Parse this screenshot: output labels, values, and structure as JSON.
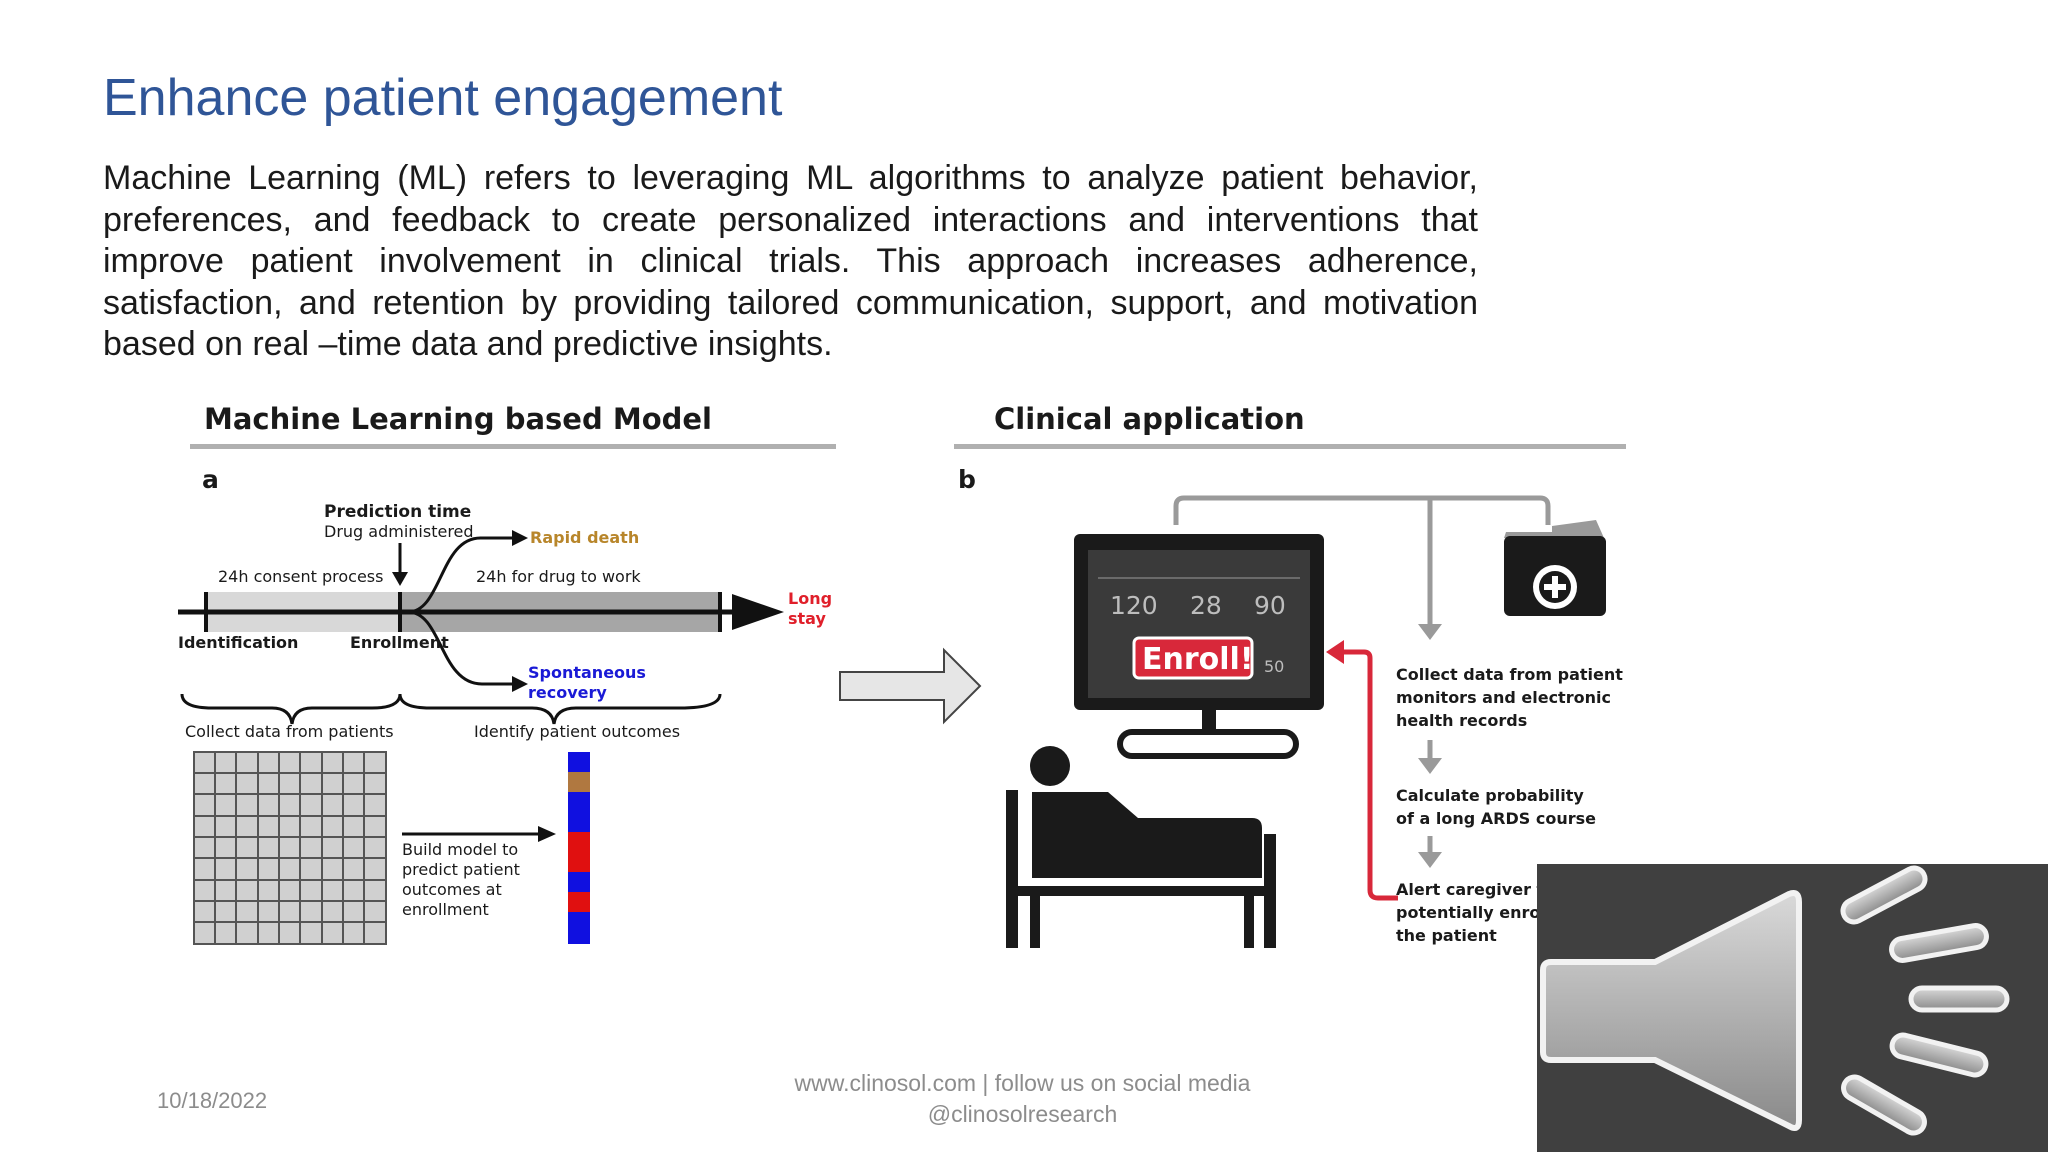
{
  "slide": {
    "title": "Enhance patient engagement",
    "body": "Machine Learning (ML) refers to leveraging ML algorithms to analyze patient behavior, preferences, and feedback to create personalized interactions and interventions that improve patient involvement in clinical trials. This approach increases adherence, satisfaction, and retention by providing tailored communication, support, and motivation based on real –time data and predictive insights."
  },
  "figure": {
    "left": {
      "heading": "Machine Learning based Model",
      "panel_letter": "a",
      "prediction_time": "Prediction time",
      "drug_administered": "Drug administered",
      "consent": "24h consent process",
      "drug_work": "24h for drug to work",
      "rapid_death": "Rapid death",
      "long_stay_1": "Long",
      "long_stay_2": "stay",
      "identification": "Identification",
      "enrollment": "Enrollment",
      "spontaneous_1": "Spontaneous",
      "spontaneous_2": "recovery",
      "collect": "Collect data from patients",
      "identify": "Identify patient outcomes",
      "build_1": "Build model to",
      "build_2": "predict patient",
      "build_3": "outcomes at",
      "build_4": "enrollment"
    },
    "right": {
      "heading": "Clinical application",
      "panel_letter": "b",
      "monitor_v1": "120",
      "monitor_v2": "28",
      "monitor_v3": "90",
      "monitor_v4": "50",
      "enroll": "Enroll!",
      "step1_1": "Collect data from patient",
      "step1_2": "monitors and electronic",
      "step1_3": "health records",
      "step2_1": "Calculate probability",
      "step2_2": "of a long ARDS course",
      "step3_1": "Alert caregiver to",
      "step3_2": "potentially enroll",
      "step3_3": "the patient"
    },
    "colors": {
      "rapid_death": "#b8862b",
      "long_stay": "#e01f2a",
      "spontaneous": "#1a1ad6",
      "alert_arrow": "#d8283a",
      "outcome_blue": "#1010e0",
      "outcome_red": "#e01010",
      "outcome_brown": "#b07840"
    }
  },
  "footer": {
    "date": "10/18/2022",
    "line1": "www.clinosol.com | follow us on social media",
    "line2": "@clinosolresearch"
  },
  "media": {
    "icon": "speaker-icon"
  }
}
